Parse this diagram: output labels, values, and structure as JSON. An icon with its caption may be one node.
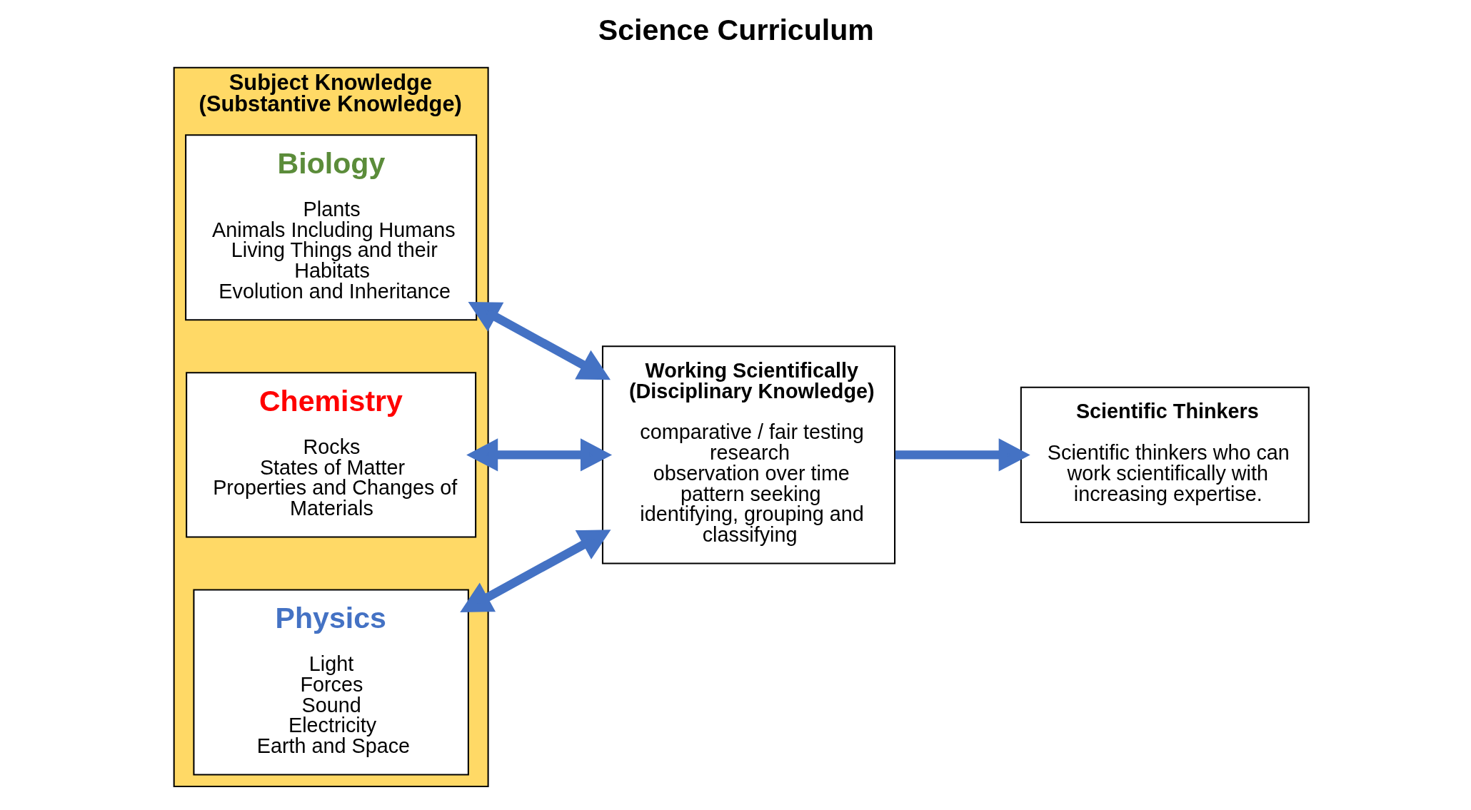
{
  "diagram": {
    "title": "Science Curriculum",
    "nodes": [
      {
        "text": [
          "Subject Knowledge",
          "(Substantive Knowledge)"
        ]
      },
      {
        "text": [
          "Biology",
          "Plants",
          "Animals Including Humans",
          "Living Things and their Habitats",
          "Evolution and Inheritance"
        ],
        "in": 0
      },
      {
        "text": [
          "Chemistry",
          "Rocks",
          "States of Matter",
          "Properties and Changes of Materials"
        ],
        "in": 0
      },
      {
        "text": [
          "Physics",
          "Light",
          "Forces",
          "Sound",
          "Electricity",
          "Earth and Space"
        ],
        "in": 0
      },
      {
        "text": [
          "Working Scientifically",
          "(Disciplinary Knowledge)",
          "comparative / fair testing",
          "research",
          "observation over time",
          "pattern seeking",
          "identifying, grouping and classifying"
        ]
      },
      {
        "text": [
          "Scientific Thinkers",
          "Scientific thinkers who can work scientifically with increasing expertise."
        ]
      }
    ],
    "edges": [
      {
        "from": 1,
        "to": 4,
        "arrow": "both"
      },
      {
        "from": 2,
        "to": 4,
        "arrow": "both"
      },
      {
        "from": 3,
        "to": 4,
        "arrow": "both"
      },
      {
        "from": 4,
        "to": 5,
        "arrow": "to"
      }
    ]
  }
}
